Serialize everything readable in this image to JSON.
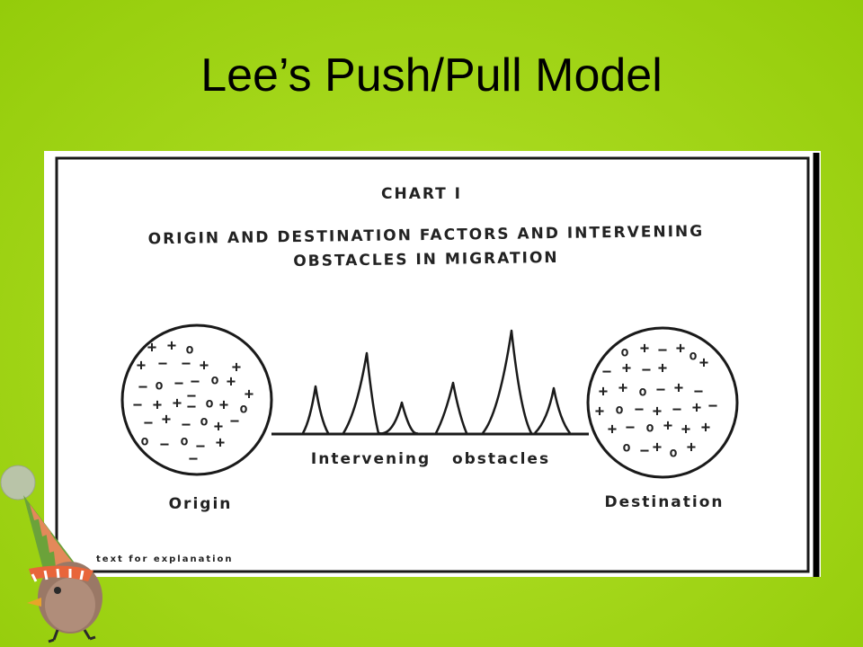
{
  "slide": {
    "title": "Lee’s Push/Pull Model"
  },
  "figure": {
    "chart_label": "CHART I",
    "heading_line1": "ORIGIN AND DESTINATION FACTORS AND INTERVENING",
    "heading_line2": "OBSTACLES IN MIGRATION",
    "origin_label": "Origin",
    "destination_label": "Destination",
    "obstacles_label": "Intervening   obstacles",
    "footnote": "text for explanation",
    "origin_signs": [
      "−",
      "+",
      "o",
      "+",
      "−",
      "−",
      "+",
      "+",
      "−",
      "o",
      "−",
      "−",
      "o",
      "+",
      "−",
      "+",
      "−",
      "+",
      "+",
      "−",
      "o",
      "+",
      "o",
      "−",
      "+",
      "−",
      "o",
      "+",
      "−",
      "o",
      "−",
      "o",
      "−",
      "+",
      "−",
      "+"
    ],
    "destination_signs": [
      "o",
      "+",
      "−",
      "+",
      "o",
      "+",
      "−",
      "+",
      "−",
      "+",
      "+",
      "+",
      "o",
      "−",
      "+",
      "−",
      "+",
      "o",
      "−",
      "+",
      "−",
      "+",
      "−",
      "+",
      "−",
      "o",
      "+",
      "+",
      "+",
      "o",
      "−",
      "+",
      "o",
      "+"
    ]
  }
}
